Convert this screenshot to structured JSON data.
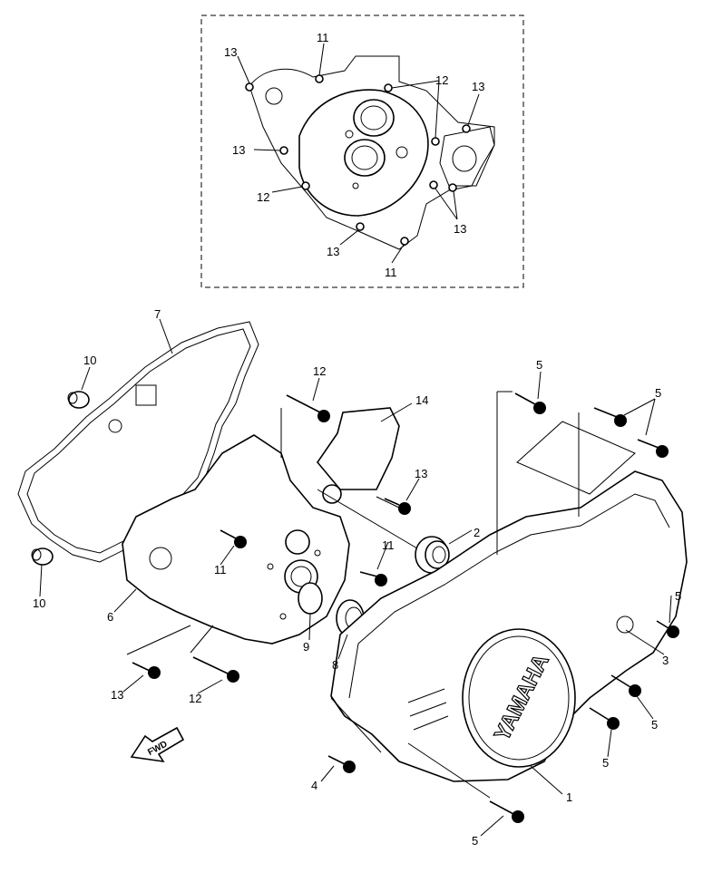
{
  "labels": {
    "l1": "1",
    "l2": "2",
    "l3": "3",
    "l4": "4",
    "l5": "5",
    "l6": "6",
    "l7": "7",
    "l8": "8",
    "l9": "9",
    "l10": "10",
    "l11": "11",
    "l12": "12",
    "l13": "13",
    "l14": "14"
  },
  "cover_brand": "YAMAHA",
  "fwd_arrow": "FWD"
}
